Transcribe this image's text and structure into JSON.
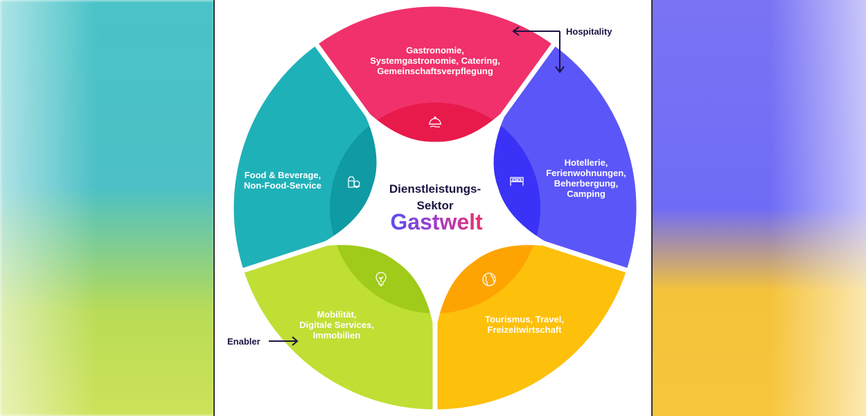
{
  "title": {
    "line1": "Dienstleistungs-",
    "line2": "Sektor",
    "brand": "Gastwelt"
  },
  "annotations": {
    "hospitality": "Hospitality",
    "enabler": "Enabler"
  },
  "segments": [
    {
      "id": "gastronomie",
      "color": "#f0316b",
      "dark": "#e81a4b",
      "icon": "cloche-icon",
      "lines": [
        "Gastronomie,",
        "Systemgastronomie, Catering,",
        "Gemeinschaftsverpflegung"
      ]
    },
    {
      "id": "hotellerie",
      "color": "#5b56f8",
      "dark": "#3a32f6",
      "icon": "bed-icon",
      "lines": [
        "Hotellerie,",
        "Ferienwohnungen,",
        "Beherbergung,",
        "Camping"
      ]
    },
    {
      "id": "tourismus",
      "color": "#fdc00b",
      "dark": "#fda402",
      "icon": "globe-icon",
      "lines": [
        "Tourismus, Travel,",
        "Freizeitwirtschaft"
      ]
    },
    {
      "id": "mobilitaet",
      "color": "#bfdf34",
      "dark": "#a0cb1a",
      "icon": "lightbulb-icon",
      "lines": [
        "Mobilität,",
        "Digitale Services,",
        "Immobilien"
      ]
    },
    {
      "id": "food-beverage",
      "color": "#1fb1b8",
      "dark": "#0f9aa4",
      "icon": "groceries-icon",
      "lines": [
        "Food & Beverage,",
        "Non-Food-Service"
      ]
    }
  ]
}
